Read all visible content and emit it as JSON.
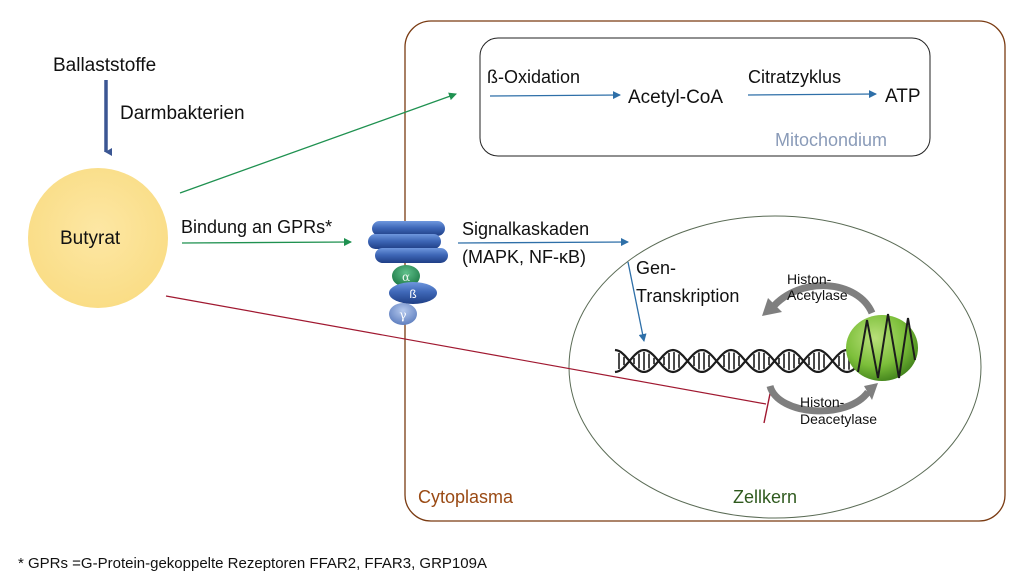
{
  "source": {
    "fiber": "Ballaststoffe",
    "conversion_label": "Darmbakterien",
    "butyrate": "Butyrat"
  },
  "binding_label": "Bindung an GPRs*",
  "receptor": {
    "subunits": [
      "α",
      "ß",
      "γ"
    ]
  },
  "signaling": {
    "line1": "Signalkaskaden",
    "line2": "(MAPK, NF-κB)"
  },
  "mitochondrion": {
    "label": "Mitochondium",
    "step1": "ß-Oxidation",
    "product1": "Acetyl-CoA",
    "step2": "Citratzyklus",
    "product2": "ATP"
  },
  "nucleus": {
    "label": "Zellkern",
    "transcription_line1": "Gen-",
    "transcription_line2": "Transkription",
    "hat_line1": "Histon-",
    "hat_line2": "Acetylase",
    "hdac_line1": "Histon-",
    "hdac_line2": "Deacetylase"
  },
  "cytoplasm_label": "Cytoplasma",
  "footnote": "* GPRs =G-Protein-gekoppelte Rezeptoren FFAR2, FFAR3, GRP109A",
  "colors": {
    "cell_border": "#7a3b12",
    "cytoplasm_text": "#9a4a14",
    "nucleus_text": "#2f5a1e",
    "mito_text": "#8a9bb8",
    "green_arrow": "#1f9150",
    "blue_arrow": "#2e6fa8",
    "inhibit_line": "#a01830",
    "butyrate_fill": "#fbe08f",
    "receptor_blue": "#3f68b8",
    "nucleosome_green": "#7cbf3a"
  }
}
